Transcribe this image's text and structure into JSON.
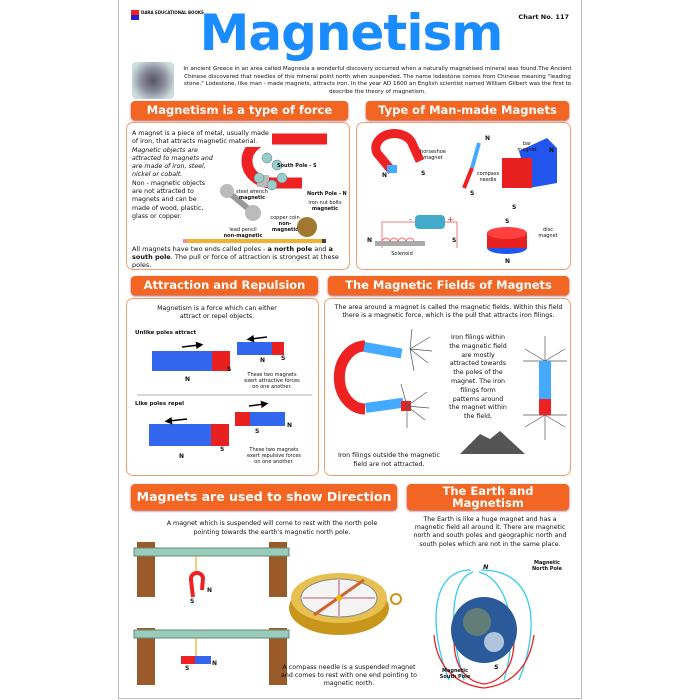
{
  "header": {
    "publisher": "DARA EDUCATIONAL BOOKS",
    "chart_no": "Chart No. 117",
    "title": "Magnetism"
  },
  "intro": "In ancient Greece in an area called Magnesia a wonderful discovery occurred when a naturally magnetised mineral was found.The Ancient Chinese discovered that needles of this mineral point north when suspended. The name lodestone comes from Chinese meaning \"leading stone.\" Lodestone, like man - made magnets, attracts iron. In the year AD 1600 an English scientist named William Gilbert was the first to describe the theory of magnetism.",
  "force": {
    "title": "Magnetism is a type of force",
    "text1": "A magnet is a piece of metal, usually made of iron, that attracts magnetic material.",
    "text2": "Magnetic objects are attracted to magnets and are made of iron, steel, nickel or cobalt.",
    "text3": "Non - magnetic objects are not attracted to magnets and can be made of wood, plastic, glass or copper.",
    "labels": {
      "wrench": "steel wrench",
      "wrench_type": "magnetic",
      "south": "South Pole - S",
      "north": "North Pole - N",
      "bolts": "iron nut bolts",
      "bolts_type": "magnetic",
      "coin": "copper coin",
      "coin_type": "non-magnetic",
      "pencil": "lead pencil",
      "pencil_type": "non-magnetic"
    },
    "poles_a": "All magnets have two ends called poles - ",
    "poles_b": "a north pole",
    "poles_c": " and ",
    "poles_d": "a south pole",
    "poles_e": ". The pull or force of attraction is strongest at these poles."
  },
  "types": {
    "title": "Type of Man-made Magnets",
    "horseshoe": "horseshoe magnet",
    "compass": "compass needle",
    "bar": "bar magnet",
    "solenoid": "Solenoid",
    "disc": "disc magnet",
    "n": "N",
    "s": "S",
    "minus": "-",
    "plus": "+"
  },
  "attraction": {
    "title": "Attraction and Repulsion",
    "intro": "Magnetism is a force which can either attract or repel objects.",
    "unlike": "Unlike poles attract",
    "unlike_note": "These two magnets exert attractive forces on one another.",
    "like": "Like poles repel",
    "like_note": "These two magnets exert repulsive forces on one another.",
    "n": "N",
    "s": "S"
  },
  "fields": {
    "title": "The Magnetic Fields of Magnets",
    "intro": "The area around a magnet is called the magnetic fields. Within this field there is a magnetic force, which is the pull that attracts iron filings.",
    "middle": "Iron filings within the magnetic field are mostly attracted towards the poles of the magnet. The iron filings form patterns around the magnet within the field,",
    "outside": "Iron filings outside the magnetic field are not attracted."
  },
  "direction": {
    "title": "Magnets are used to show Direction",
    "intro": "A magnet which is suspended will come to rest with the north pole pointing towards the earth's magnetic north pole.",
    "compass_note": "A compass needle is a suspended magnet and comes  to rest with one end pointing to magnetic north.",
    "n": "N",
    "s": "S"
  },
  "earth": {
    "title": "The Earth and Magnetism",
    "text": "The Earth is like a huge magnet and has a magnetic field all around it. There are magnetic north and south poles and geographic north and south poles which are not in the same place.",
    "north_label": "Magnetic North Pole",
    "south_label": "Magnetic South Pole",
    "n": "N",
    "s": "S"
  },
  "colors": {
    "title": "#1a8cff",
    "header": "#f26522",
    "north": "#2266ee",
    "south": "#e8202a"
  }
}
